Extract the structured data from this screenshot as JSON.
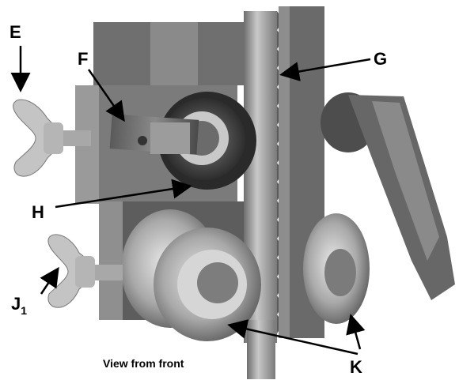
{
  "labels": {
    "E": "E",
    "F": "F",
    "G": "G",
    "H": "H",
    "J": "J",
    "J_sub": "1",
    "K": "K"
  },
  "caption": "View from front"
}
